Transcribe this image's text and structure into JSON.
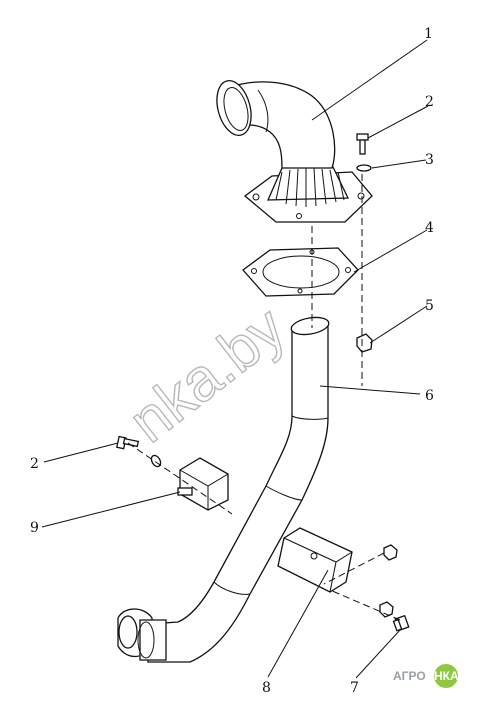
{
  "diagram": {
    "callouts": [
      "1",
      "2",
      "3",
      "4",
      "5",
      "6",
      "2",
      "9",
      "8",
      "7"
    ],
    "watermark": "nka.by",
    "logo": {
      "part1": "АГРО",
      "part2": "НКА"
    },
    "colors": {
      "line": "#111111",
      "watermark": "#b8b8b8",
      "logo_badge": "#8fc741"
    }
  }
}
